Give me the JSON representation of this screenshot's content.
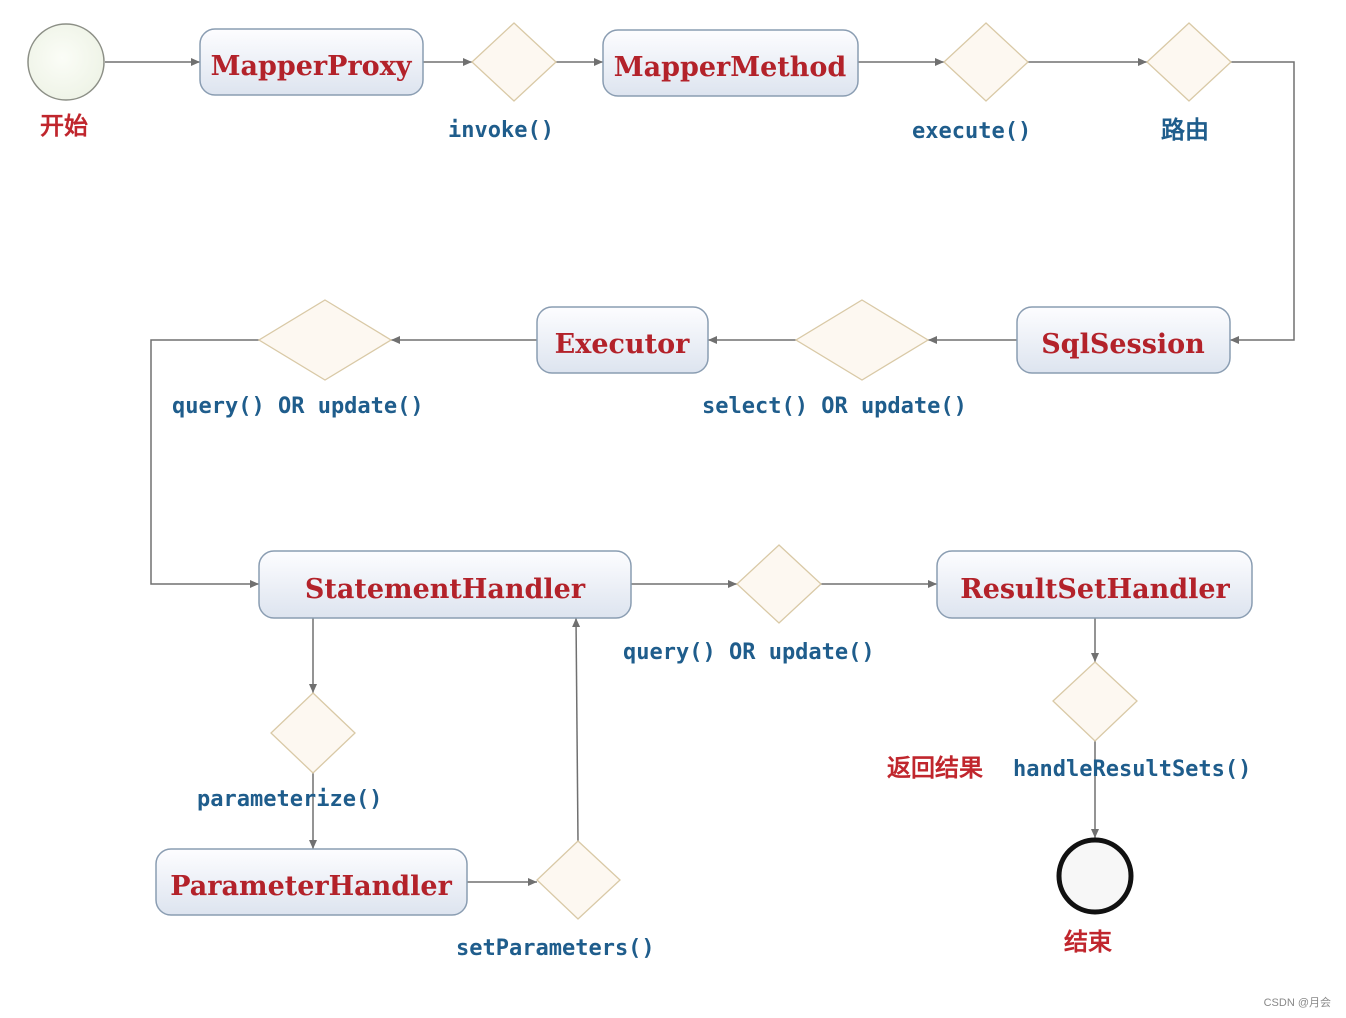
{
  "nodes": {
    "start_label": "开始",
    "mapper_proxy": "MapperProxy",
    "mapper_method": "MapperMethod",
    "sql_session": "SqlSession",
    "executor": "Executor",
    "statement_handler": "StatementHandler",
    "result_set_handler": "ResultSetHandler",
    "parameter_handler": "ParameterHandler",
    "end_label": "结束"
  },
  "edges": {
    "invoke": "invoke()",
    "execute": "execute()",
    "route": "路由",
    "select_or_update": "select() OR update()",
    "query_or_update_1": "query() OR update()",
    "query_or_update_2": "query() OR update()",
    "parameterize": "parameterize()",
    "set_parameters": "setParameters()",
    "return_result": "返回结果",
    "handle_result_sets": "handleResultSets()"
  },
  "watermark": "CSDN @月会",
  "colors": {
    "node_text": "#b3222a",
    "edge_text": "#1f5d8c",
    "box_fill_top": "#fdfdff",
    "box_fill_bottom": "#dde4ef",
    "diamond_fill": "#fdf8f1"
  }
}
